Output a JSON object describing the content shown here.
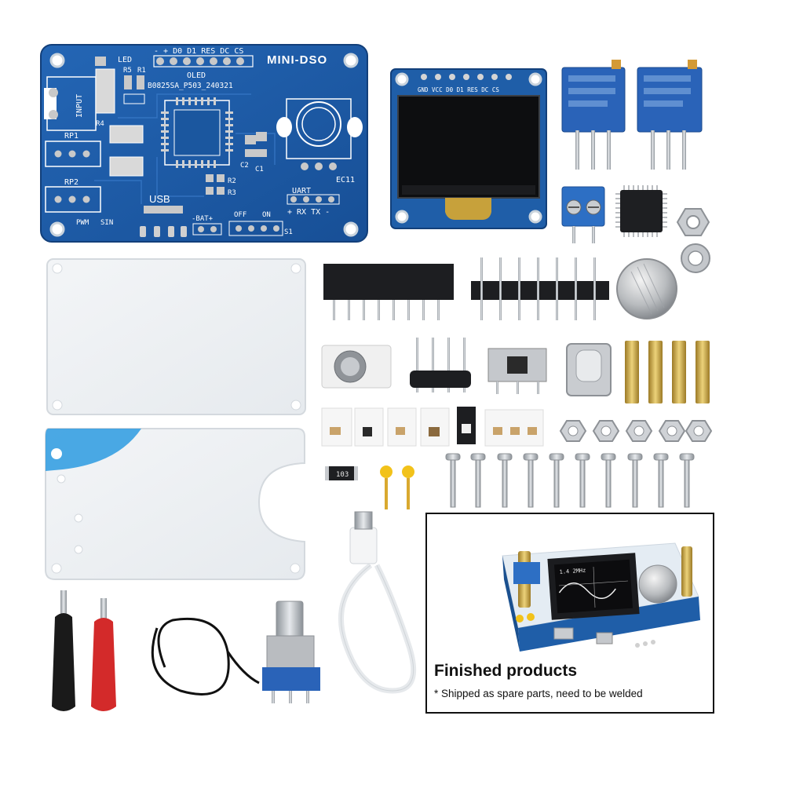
{
  "pcb": {
    "title": "MINI-DSO",
    "board_code": "B0825SA_P503_240321",
    "oled_label": "OLED",
    "oled_pins": "- + D0 D1 RES DC CS",
    "input_label": "INPUT",
    "led_label": "LED",
    "r5": "R5",
    "r1": "R1",
    "r4": "R4",
    "r2": "R2",
    "r3": "R3",
    "c1": "C1",
    "c2": "C2",
    "rp1": "RP1",
    "rp2": "RP2",
    "usb": "USB",
    "bat": "-BAT+",
    "off": "OFF",
    "on": "ON",
    "s1": "S1",
    "uart": "UART",
    "uart_pins": "+ RX TX -",
    "ec11": "EC11",
    "pwm": "PWM",
    "sin": "SIN"
  },
  "oled_module": {
    "pins": "GND VCC D0 D1 RES DC CS"
  },
  "resistor_code": "103",
  "finished": {
    "title": "Finished products",
    "note": "* Shipped as spare parts, need to be welded",
    "screen_text": "1.4 2MHz"
  },
  "colors": {
    "pcb_blue": "#1f5ea8",
    "potentiometer_blue": "#2a63b8",
    "terminal_blue": "#2d6fc4",
    "alligator_red": "#d32a2a",
    "alligator_black": "#1a1a1a",
    "brass": "#c9a640"
  }
}
